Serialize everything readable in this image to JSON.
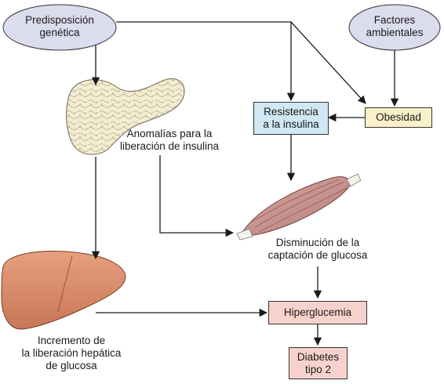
{
  "nodes": {
    "predisposicion": "Predisposición\ngenética",
    "factores": "Factores\nambientales",
    "resistencia": "Resistencia\na la insulina",
    "obesidad": "Obesidad",
    "anomalias": "Anomalías para la\nliberación de insulina",
    "disminucion": "Disminución de la\ncaptación de glucosa",
    "hiperglucemia": "Hiperglucemia",
    "diabetes": "Diabetes\ntipo 2",
    "incremento": "Incremento de\nla liberación hepática\nde glucosa"
  },
  "colors": {
    "ellipse": "#dcdcef",
    "resistencia_box": "#cfe8f3",
    "obesidad_box": "#fbf1c9",
    "hiper_box": "#f7d2cc",
    "pancreas": "#f2ecd2",
    "liver": "#d98a68",
    "muscle": "#c9928e"
  }
}
